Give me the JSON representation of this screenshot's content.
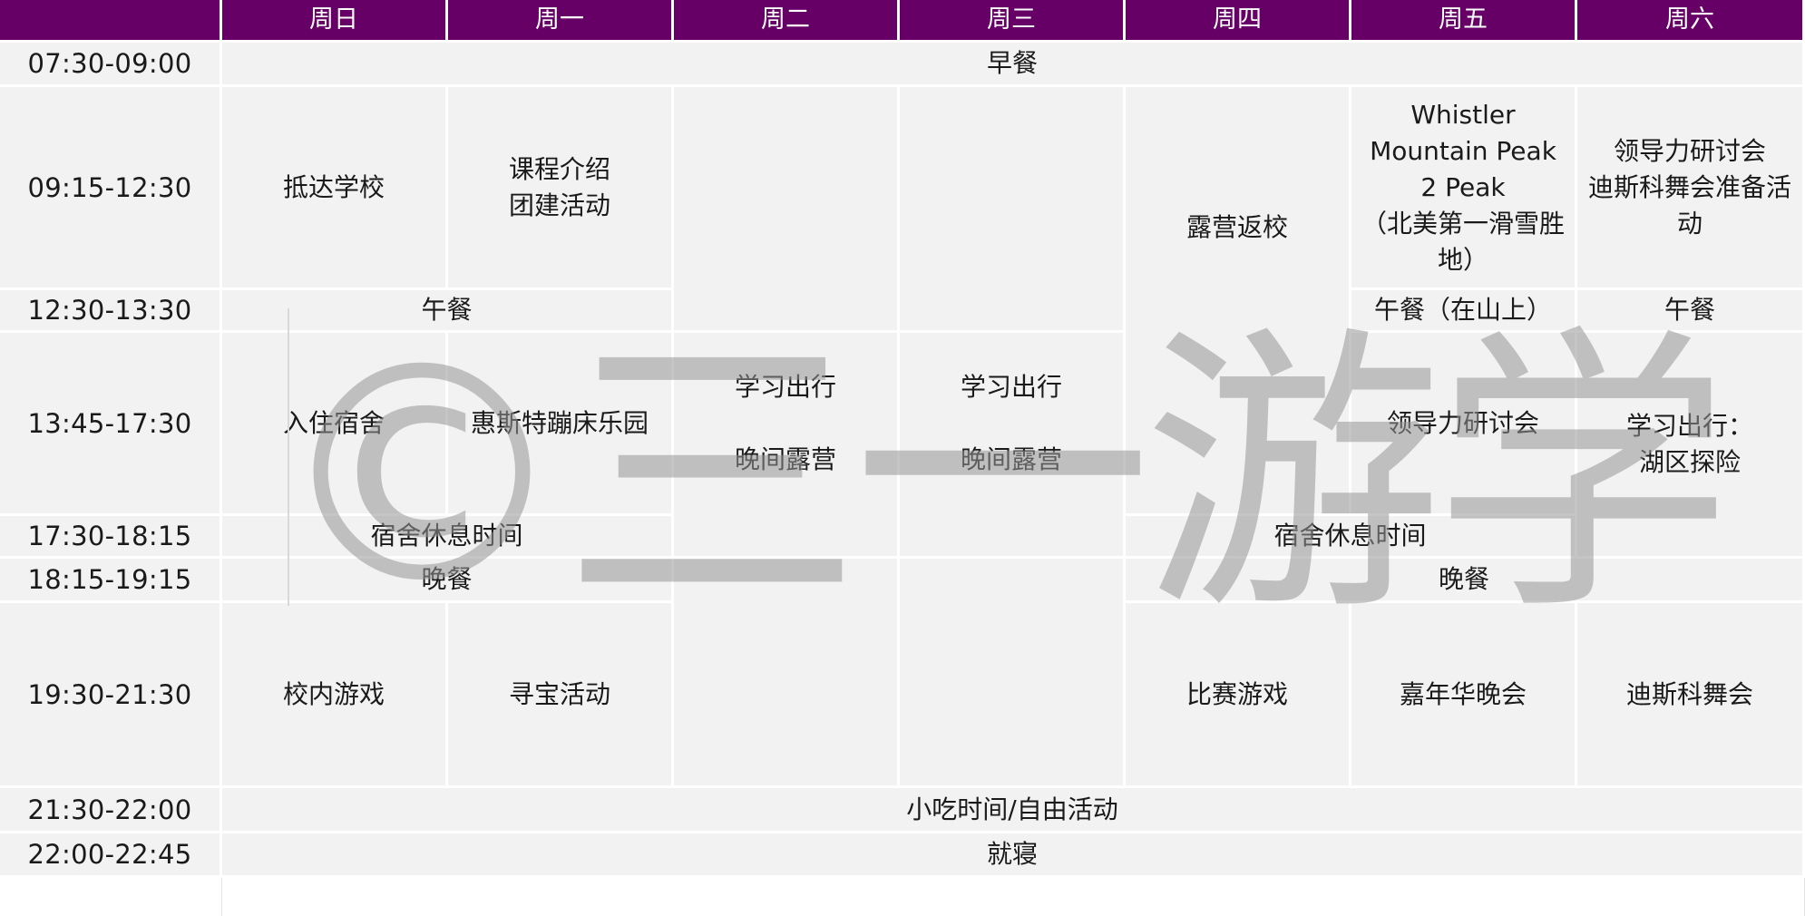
{
  "header": {
    "days": [
      "周日",
      "周一",
      "周二",
      "周三",
      "周四",
      "周五",
      "周六"
    ]
  },
  "times": [
    "07:30-09:00",
    "09:15-12:30",
    "12:30-13:30",
    "13:45-17:30",
    "17:30-18:15",
    "18:15-19:15",
    "19:30-21:30",
    "21:30-22:00",
    "22:00-22:45"
  ],
  "schedule": {
    "breakfast": "早餐",
    "sun_arrive": "抵达学校",
    "mon_intro": "课程介绍\n团建活动",
    "tue_study": "学习出行\n\n晚间露营",
    "wed_study": "学习出行\n\n晚间露营",
    "thu_return": "露营返校",
    "fri_whistler": "Whistler\nMountain Peak\n2 Peak\n（北美第一滑雪胜地）",
    "sat_morning": "领导力研讨会\n迪斯科舞会准备活动",
    "lunch_sun_mon": "午餐",
    "fri_lunch": "午餐（在山上）",
    "sat_lunch": "午餐",
    "sun_checkin": "入住宿舍",
    "mon_trampoline": "惠斯特蹦床乐园",
    "fri_leadership": "领导力研讨会",
    "sat_study": "学习出行：\n湖区探险",
    "dorm_rest_left": "宿舍休息时间",
    "dorm_rest_right": "宿舍休息时间",
    "dinner_left": "晚餐",
    "dinner_right": "晚餐",
    "sun_games": "校内游戏",
    "mon_treasure": "寻宝活动",
    "thu_competition": "比赛游戏",
    "fri_carnival": "嘉年华晚会",
    "sat_disco": "迪斯科舞会",
    "snack": "小吃时间/自由活动",
    "bedtime": "就寝"
  },
  "watermark": "©三一游学",
  "colors": {
    "header_bg": "#660066",
    "header_text": "#ffffff",
    "cell_bg": "#f2f2f2",
    "grid_line": "#ffffff",
    "watermark": "#969696"
  }
}
